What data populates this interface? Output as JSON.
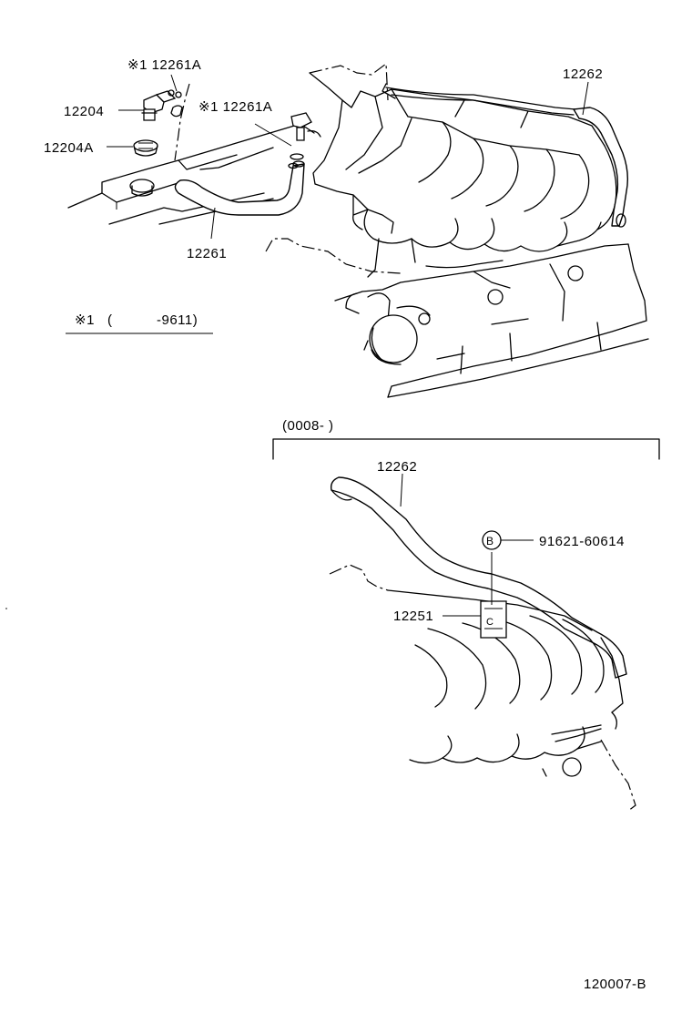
{
  "upper_view": {
    "callouts": [
      {
        "id": "c1",
        "text": "※1 12261A"
      },
      {
        "id": "c2",
        "text": "12204"
      },
      {
        "id": "c3",
        "text": "12204A"
      },
      {
        "id": "c4",
        "text": "※1 12261A"
      },
      {
        "id": "c5",
        "text": "12262"
      },
      {
        "id": "c6",
        "text": "12261"
      }
    ],
    "footnote": {
      "marker": "※1",
      "open": "(",
      "range": "-9611)"
    }
  },
  "lower_view": {
    "range_label": "(0008-      )",
    "callouts": [
      {
        "id": "d1",
        "text": "12262"
      },
      {
        "id": "d2",
        "text": "91621-60614"
      },
      {
        "id": "d3",
        "text": "12251"
      }
    ],
    "bolt_marker": "B"
  },
  "diagram_code": "120007-B"
}
